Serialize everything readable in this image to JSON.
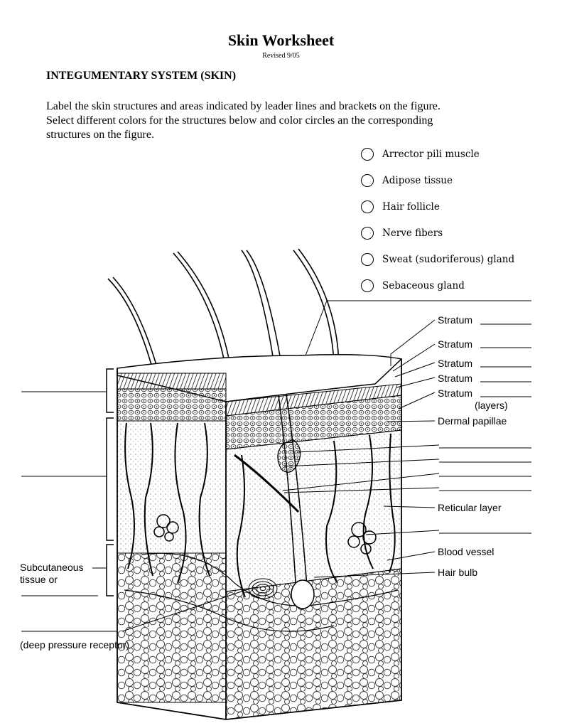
{
  "header": {
    "title": "Skin Worksheet",
    "revised": "Revised 9/05"
  },
  "section": {
    "heading": "INTEGUMENTARY SYSTEM (SKIN)"
  },
  "instructions": {
    "line1": "Label the skin structures and areas indicated by leader lines and brackets on the figure.",
    "line2": "Select different colors for the structures below and color circles an the corresponding",
    "line3": "structures on the figure."
  },
  "legend": [
    {
      "label": "Arrector pili muscle"
    },
    {
      "label": "Adipose tissue"
    },
    {
      "label": "Hair follicle"
    },
    {
      "label": "Nerve fibers"
    },
    {
      "label": "Sweat (sudoriferous) gland"
    },
    {
      "label": "Sebaceous gland"
    }
  ],
  "figure": {
    "labels": {
      "stratum_1": "Stratum",
      "stratum_2": "Stratum",
      "stratum_3": "Stratum",
      "stratum_4": "Stratum",
      "stratum_5": "Stratum",
      "layers": "(layers)",
      "dermal_papillae": "Dermal papillae",
      "reticular_layer": "Reticular layer",
      "blood_vessel": "Blood vessel",
      "hair_bulb": "Hair bulb",
      "subcutaneous_1": "Subcutaneous",
      "subcutaneous_2": "tissue or",
      "deep_pressure": "(deep pressure receptor)"
    }
  }
}
